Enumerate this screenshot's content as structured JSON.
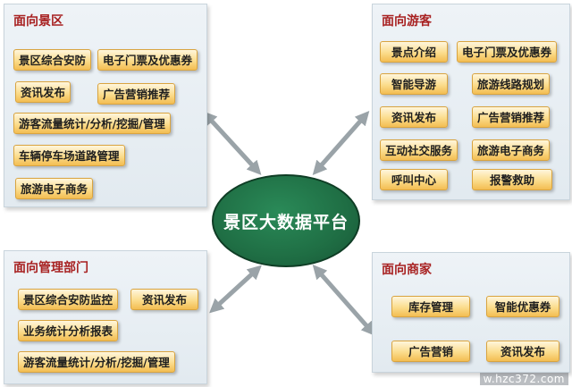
{
  "hub": {
    "label": "景区大数据平台"
  },
  "panels": {
    "scenic": {
      "title": "面向景区",
      "items": [
        "景区综合安防",
        "电子门票及优惠券",
        "资讯发布",
        "广告营销推荐",
        "游客流量统计/分析/挖掘/管理",
        "车辆停车场道路管理",
        "旅游电子商务"
      ]
    },
    "tourists": {
      "title": "面向游客",
      "items": [
        "景点介绍",
        "电子门票及优惠券",
        "智能导游",
        "旅游线路规划",
        "资讯发布",
        "广告营销推荐",
        "互动社交服务",
        "旅游电子商务",
        "呼叫中心",
        "报警救助"
      ]
    },
    "management": {
      "title": "面向管理部门",
      "items": [
        "景区综合安防监控",
        "资讯发布",
        "业务统计分析报表",
        "游客流量统计/分析/挖掘/管理"
      ]
    },
    "merchants": {
      "title": "面向商家",
      "items": [
        "库存管理",
        "智能优惠券",
        "广告营销",
        "资讯发布"
      ]
    }
  },
  "watermark": "w.hzc372.com",
  "colors": {
    "panel_title": "#a82222",
    "hub": "#1f6e44",
    "pill": "#f7c860",
    "arrow": "#9aa3a8"
  }
}
